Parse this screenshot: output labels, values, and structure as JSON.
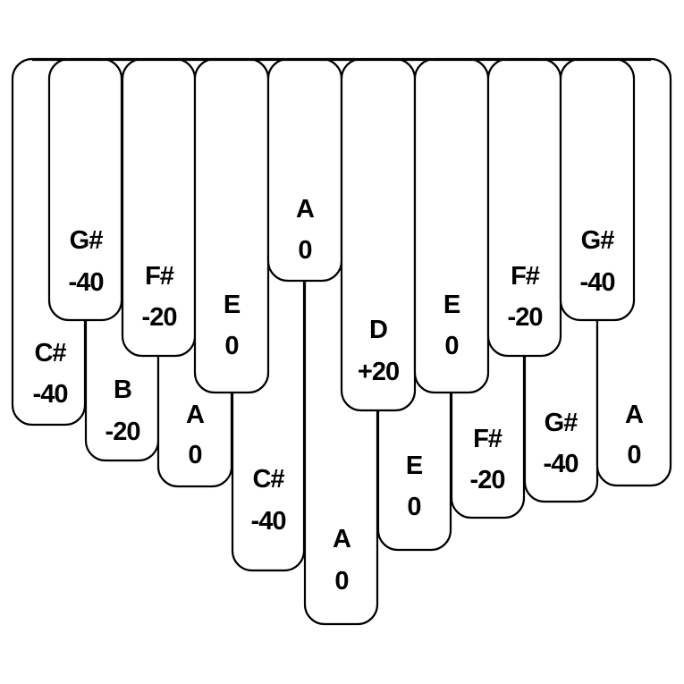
{
  "colors": {
    "background": "#ffffff",
    "outline": "#000000",
    "text": "#000000"
  },
  "tines": [
    {
      "note": "C#",
      "cents": "-40"
    },
    {
      "note": "G#",
      "cents": "-40"
    },
    {
      "note": "B",
      "cents": "-20"
    },
    {
      "note": "F#",
      "cents": "-20"
    },
    {
      "note": "A",
      "cents": "0"
    },
    {
      "note": "E",
      "cents": "0"
    },
    {
      "note": "C#",
      "cents": "-40"
    },
    {
      "note": "A",
      "cents": "0"
    },
    {
      "note": "A",
      "cents": "0"
    },
    {
      "note": "D",
      "cents": "+20"
    },
    {
      "note": "E",
      "cents": "0"
    },
    {
      "note": "E",
      "cents": "0"
    },
    {
      "note": "F#",
      "cents": "-20"
    },
    {
      "note": "F#",
      "cents": "-20"
    },
    {
      "note": "G#",
      "cents": "-40"
    },
    {
      "note": "G#",
      "cents": "-40"
    },
    {
      "note": "A",
      "cents": "0"
    }
  ]
}
